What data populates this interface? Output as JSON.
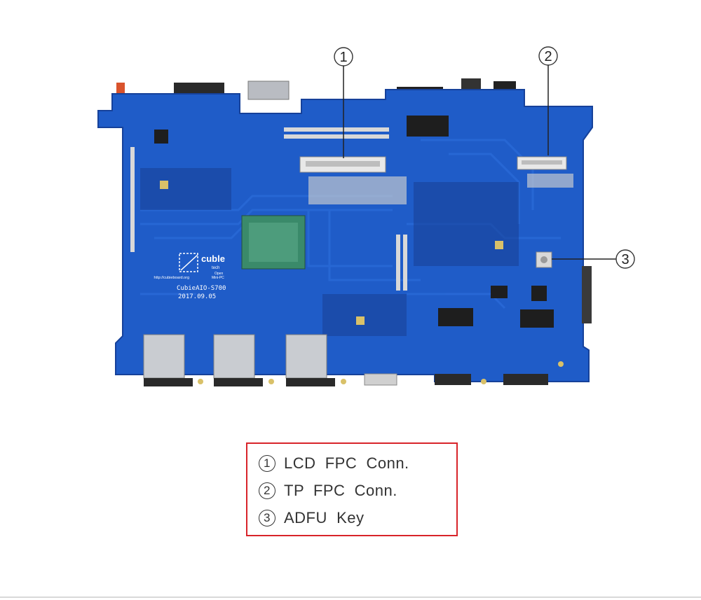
{
  "board": {
    "silkscreen_brand": "cuble",
    "silkscreen_brand_sub": "tech",
    "silkscreen_tag1": "Open",
    "silkscreen_tag2": "Mini-PC",
    "silkscreen_url": "http://cubieboard.org",
    "silkscreen_model": "CubieAIO-S700",
    "silkscreen_date": "2017.09.05",
    "pcb_color": "#1f5cc8",
    "pcb_dark": "#173f94",
    "pcb_trace": "#2a6ad8"
  },
  "callouts": [
    {
      "number": "1"
    },
    {
      "number": "2"
    },
    {
      "number": "3"
    }
  ],
  "legend": {
    "border_color": "#d8242a",
    "items": [
      {
        "number": "1",
        "label": "LCD  FPC  Conn."
      },
      {
        "number": "2",
        "label": "TP  FPC  Conn."
      },
      {
        "number": "3",
        "label": "ADFU  Key"
      }
    ]
  }
}
